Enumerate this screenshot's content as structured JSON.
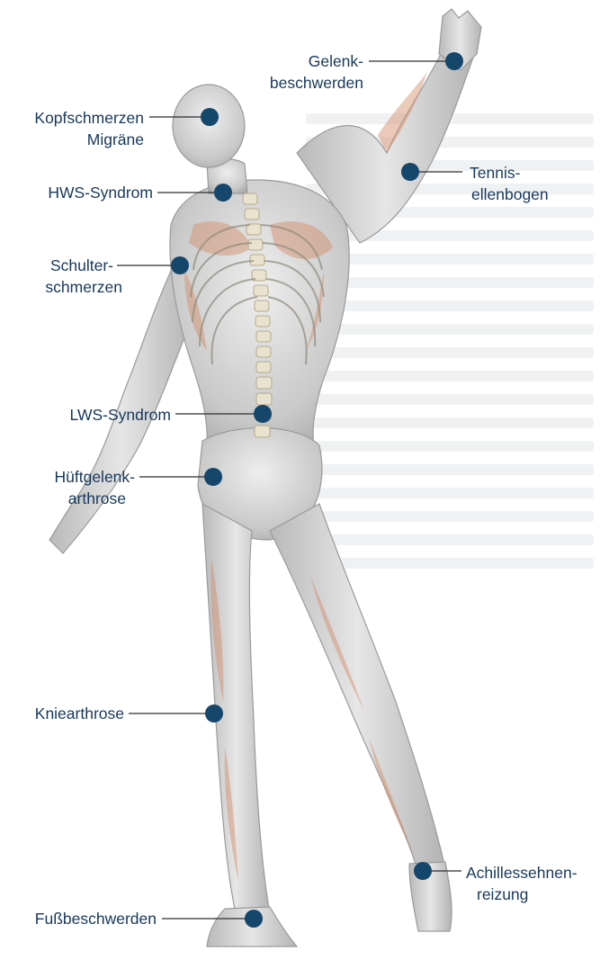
{
  "labels": {
    "gelenk": [
      "Gelenk-",
      "beschwerden"
    ],
    "kopf": [
      "Kopfschmerzen",
      "Migräne"
    ],
    "tennis": [
      "Tennis-",
      "ellenbogen"
    ],
    "hws": [
      "HWS-Syndrom"
    ],
    "schulter": [
      "Schulter-",
      "schmerzen"
    ],
    "lws": [
      "LWS-Syndrom"
    ],
    "hueft": [
      "Hüftgelenk-",
      "arthrose"
    ],
    "knie": [
      "Kniearthrose"
    ],
    "achilles": [
      "Achillessehnen-",
      "reizung"
    ],
    "fuss": [
      "Fußbeschwerden"
    ]
  },
  "colors": {
    "label_text": "#17385a",
    "marker": "#15466b",
    "leader_line": "#2a2f36",
    "muscle": "#d28a66",
    "skin": "#cfcfcf",
    "bone": "#e9e2cf"
  }
}
